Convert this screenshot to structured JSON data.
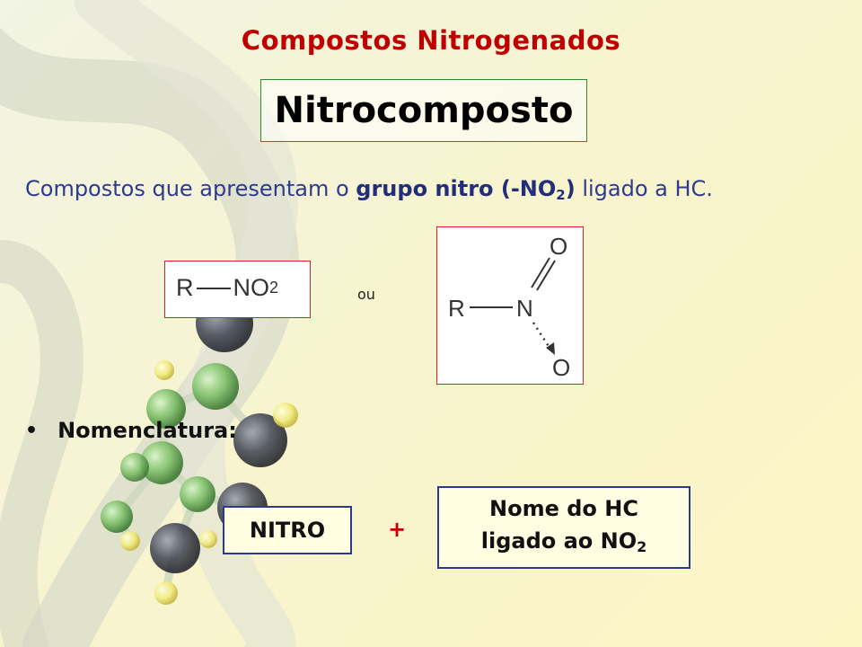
{
  "slide": {
    "title": "Compostos Nitrogenados",
    "subtitle": "Nitrocomposto",
    "definition": {
      "before": "Compostos que apresentam o ",
      "bold": "grupo nitro (-NO",
      "bold_sub": "2",
      "bold_close": ")",
      "after": " ligado a HC."
    },
    "formula": {
      "r": "R",
      "group": "NO",
      "sub": "2"
    },
    "or_label": "ou",
    "structure": {
      "r": "R",
      "n": "N",
      "o_top": "O",
      "o_bottom": "O"
    },
    "bullet": "Nomenclatura:",
    "nitro_label": "NITRO",
    "plus": "+",
    "hc_line1": "Nome do HC",
    "hc_line2": "ligado ao NO",
    "hc_sub": "2"
  },
  "colors": {
    "title": "#c00000",
    "definition": "#2e3a8c",
    "green_border": "#2e8b2e",
    "red_border": "#e02020",
    "blue_border": "#2b3a8c"
  }
}
